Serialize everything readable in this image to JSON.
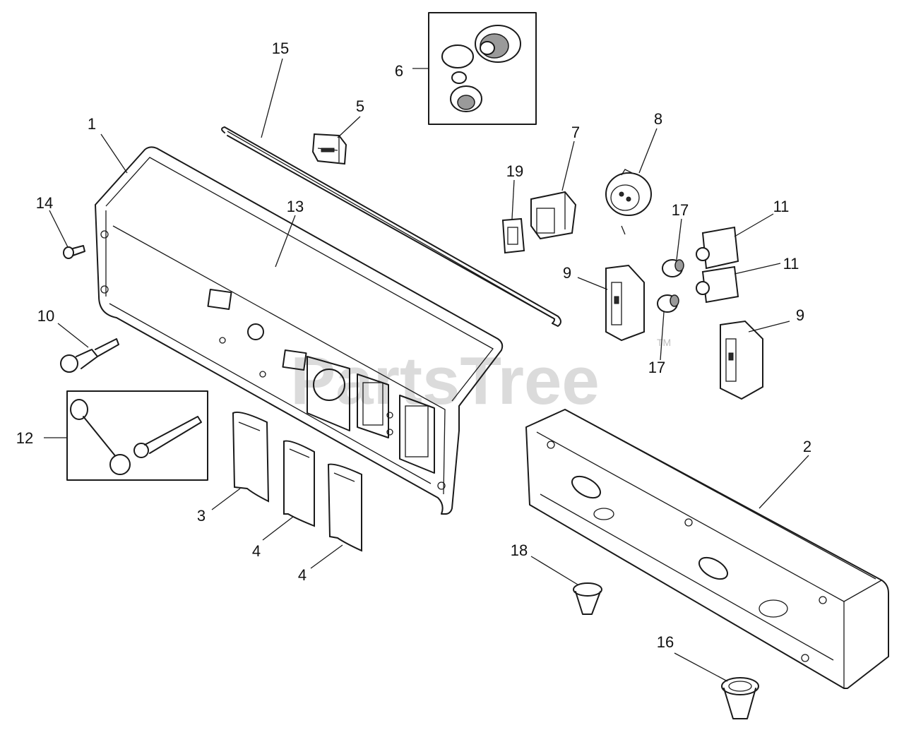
{
  "watermark": {
    "text": "PartsTree",
    "trademark": "TM"
  },
  "callouts": [
    {
      "id": "c1",
      "text": "1"
    },
    {
      "id": "c2",
      "text": "2"
    },
    {
      "id": "c3",
      "text": "3"
    },
    {
      "id": "c4a",
      "text": "4"
    },
    {
      "id": "c4b",
      "text": "4"
    },
    {
      "id": "c5",
      "text": "5"
    },
    {
      "id": "c6",
      "text": "6"
    },
    {
      "id": "c7",
      "text": "7"
    },
    {
      "id": "c8",
      "text": "8"
    },
    {
      "id": "c9a",
      "text": "9"
    },
    {
      "id": "c9b",
      "text": "9"
    },
    {
      "id": "c10",
      "text": "10"
    },
    {
      "id": "c11a",
      "text": "11"
    },
    {
      "id": "c11b",
      "text": "11"
    },
    {
      "id": "c12",
      "text": "12"
    },
    {
      "id": "c13",
      "text": "13"
    },
    {
      "id": "c14",
      "text": "14"
    },
    {
      "id": "c15",
      "text": "15"
    },
    {
      "id": "c16",
      "text": "16"
    },
    {
      "id": "c17a",
      "text": "17"
    },
    {
      "id": "c17b",
      "text": "17"
    },
    {
      "id": "c18",
      "text": "18"
    },
    {
      "id": "c19",
      "text": "19"
    }
  ]
}
